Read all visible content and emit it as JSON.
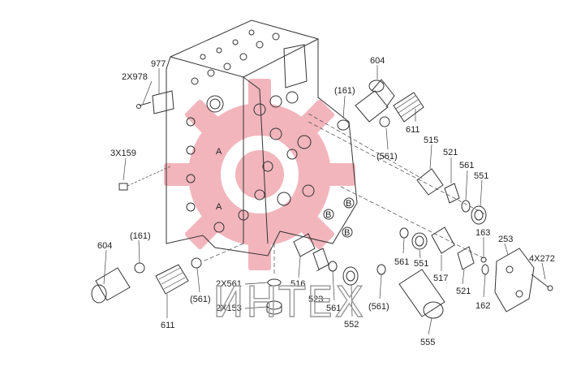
{
  "labels": {
    "l977": "977",
    "l2x978": "2X978",
    "l3x159": "3X159",
    "l604a": "604",
    "l161a": "(161)",
    "l611a": "611",
    "l561a": "(561)",
    "l604b": "604",
    "l161b": "(161)",
    "l561b": "(561)",
    "l611b": "611",
    "l515": "515",
    "l521a": "521",
    "l561c": "561",
    "l551a": "551",
    "l163": "163",
    "l253": "253",
    "l4x272": "4X272",
    "l561d": "561",
    "l551b": "551",
    "l517": "517",
    "l521b": "521",
    "l162": "162",
    "l2x561": "2X561",
    "l2x153": "2X153",
    "l516": "516",
    "l523": "523",
    "l561e": "561",
    "l552": "552",
    "l561f": "(561)",
    "l555": "555"
  },
  "markers": {
    "a1": "A",
    "a2": "A",
    "b1": "B",
    "b2": "B",
    "b3": "B"
  },
  "watermark": {
    "text": "ИНТЕХ",
    "color": "#e87a86"
  }
}
